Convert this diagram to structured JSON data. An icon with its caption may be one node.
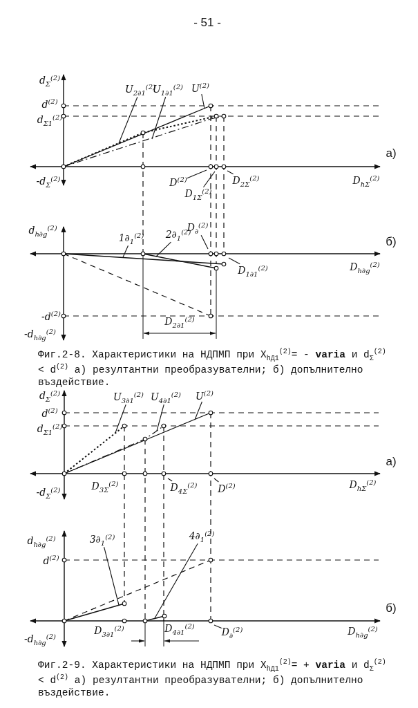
{
  "diagram": {
    "nodes": [
      {
        "text": [
          "U$_{2∂1}$$^{(2)}$"
        ]
      },
      {
        "text": [
          "U$_{1∂1}$$^{(2)}$"
        ]
      },
      {
        "text": [
          "U$^{(2)}$"
        ]
      },
      {
        "text": [
          "D$^{(2)}$"
        ]
      },
      {
        "text": [
          "D$_{1Σ}$$^{(2)}$"
        ]
      },
      {
        "text": [
          "D$_{2Σ}$$^{(2)}$"
        ]
      },
      {
        "text": [
          "1∂$_{1}$$^{(2)}$"
        ]
      },
      {
        "text": [
          "2∂$_{1}$$^{(2)}$"
        ]
      },
      {
        "text": [
          "D$_{∂}$$^{(2)}$"
        ]
      },
      {
        "text": [
          "D$_{1∂1}$$^{(2)}$"
        ]
      },
      {
        "text": [
          "U$_{3∂1}$$^{(2)}$"
        ]
      },
      {
        "text": [
          "U$_{4∂1}$$^{(2)}$"
        ]
      },
      {
        "text": [
          "U$^{(2)}$"
        ]
      },
      {
        "text": [
          "D$_{4Σ}$$^{(2)}$"
        ]
      },
      {
        "text": [
          "D$^{(2)}$"
        ]
      },
      {
        "text": [
          "3∂$_{1}$$^{(2)}$"
        ]
      },
      {
        "text": [
          "4∂$_{1}$$^{(2)}$"
        ]
      },
      {
        "text": [
          "D$_{∂}$$^{(2)}$"
        ]
      }
    ],
    "edges": [
      {
        "from": 0,
        "to": null,
        "arrow": "none"
      },
      {
        "from": 1,
        "to": null,
        "arrow": "none"
      },
      {
        "from": 2,
        "to": null,
        "arrow": "none"
      },
      {
        "from": 3,
        "to": null,
        "arrow": "none"
      },
      {
        "from": 4,
        "to": null,
        "arrow": "none"
      },
      {
        "from": 5,
        "to": null,
        "arrow": "none"
      },
      {
        "from": 6,
        "to": null,
        "arrow": "none"
      },
      {
        "from": 7,
        "to": null,
        "arrow": "none"
      },
      {
        "from": 8,
        "to": null,
        "arrow": "none"
      },
      {
        "from": 9,
        "to": null,
        "arrow": "none"
      },
      {
        "from": 10,
        "to": null,
        "arrow": "none"
      },
      {
        "from": 11,
        "to": null,
        "arrow": "none"
      },
      {
        "from": 12,
        "to": null,
        "arrow": "none"
      },
      {
        "from": 13,
        "to": null,
        "arrow": "none"
      },
      {
        "from": 14,
        "to": null,
        "arrow": "none"
      },
      {
        "from": 15,
        "to": null,
        "arrow": "none"
      },
      {
        "from": 16,
        "to": null,
        "arrow": "none"
      },
      {
        "from": 17,
        "to": null,
        "arrow": "none"
      }
    ],
    "labels": [
      "- 51 -",
      "d$_{Σ}$$^{(2)}$",
      "d$^{(2)}$",
      "d$_{Σ1}$$^{(2)}$",
      "а)",
      "-d$_{Σ}$$^{(2)}$",
      "D$_{hΣ}$$^{(2)}$",
      "d$_{h∂g}$$^{(2)}$",
      "б)",
      "D$_{h∂g}$$^{(2)}$",
      "-d$^{(2)}$",
      "-d$_{h∂g}$$^{(2)}$",
      "D$_{2∂1}$$^{(2)}$",
      "Фиг.2-8. Характеристики на НДПМП при X$_{hД1}$$^{(2)}$= - **varia** и d$_{Σ}$$^{(2)}$< d$^{(2)}$ а) резултантни преобразувателни; б) допълнително въздействие.",
      "d$_{Σ}$$^{(2)}$",
      "d$^{(2)}$",
      "d$_{Σ1}$$^{(2)}$",
      "а)",
      "D$_{3Σ}$$^{(2)}$",
      "D$_{hΣ}$$^{(2)}$",
      "-d$_{Σ}$$^{(2)}$",
      "d$_{h∂g}$$^{(2)}$",
      "d$^{(2)}$",
      "б)",
      "-d$_{h∂g}$$^{(2)}$",
      "D$_{3∂1}$$^{(2)}$",
      "D$_{4∂1}$$^{(2)}$",
      "D$_{h∂g}$$^{(2)}$",
      "Фиг.2-9. Характеристики на НДПМП при X$_{hД1}$$^{(2)}$= + **varia** и d$_{Σ}$$^{(2)}$< d$^{(2)}$ а) резултантни преобразувателни; б) допълнително въздействие."
    ]
  }
}
